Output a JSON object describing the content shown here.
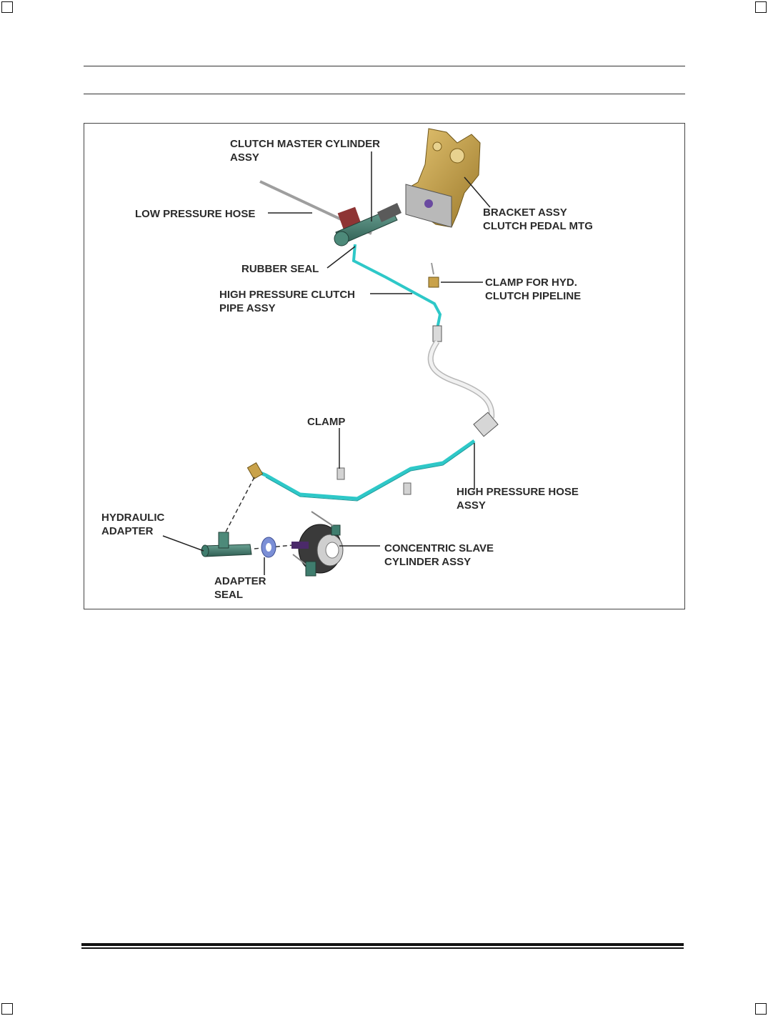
{
  "diagram": {
    "labels": {
      "clutch_master_cylinder": [
        "CLUTCH MASTER CYLINDER",
        "ASSY"
      ],
      "bracket_assy": [
        "BRACKET ASSY",
        "CLUTCH PEDAL MTG"
      ],
      "low_pressure_hose": [
        "LOW PRESSURE HOSE"
      ],
      "rubber_seal": [
        "RUBBER SEAL"
      ],
      "high_pressure_clutch_pipe": [
        "HIGH PRESSURE CLUTCH",
        "PIPE ASSY"
      ],
      "clamp_hyd_pipeline": [
        "CLAMP FOR HYD.",
        "CLUTCH PIPELINE"
      ],
      "clamp": [
        "CLAMP"
      ],
      "high_pressure_hose": [
        "HIGH PRESSURE HOSE",
        "ASSY"
      ],
      "hydraulic_adapter": [
        "HYDRAULIC",
        "ADAPTER"
      ],
      "concentric_slave_cylinder": [
        "CONCENTRIC SLAVE",
        "CYLINDER ASSY"
      ],
      "adapter_seal": [
        "ADAPTER",
        "SEAL"
      ]
    },
    "colors": {
      "pipe": "#2ec8c8",
      "hose": "#e4e4e4",
      "bracket": "#c9a24a",
      "cylinder": "#3f7d6e",
      "seal": "#7b8fd6",
      "leader": "#222222"
    }
  }
}
